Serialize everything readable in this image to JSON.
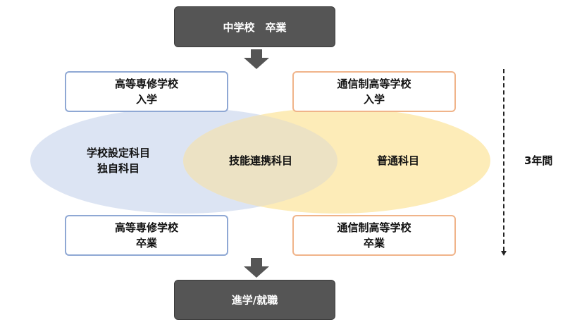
{
  "top_box": {
    "label": "中学校　卒業"
  },
  "bottom_box": {
    "label": "進学/就職"
  },
  "admission": {
    "left": {
      "line1": "高等専修学校",
      "line2": "入学"
    },
    "right": {
      "line1": "通信制高等学校",
      "line2": "入学"
    }
  },
  "graduation": {
    "left": {
      "line1": "高等専修学校",
      "line2": "卒業"
    },
    "right": {
      "line1": "通信制高等学校",
      "line2": "卒業"
    }
  },
  "subjects": {
    "left": {
      "line1": "学校設定科目",
      "line2": "独自科目"
    },
    "center": "技能連携科目",
    "right": "普通科目"
  },
  "duration": "3年間",
  "colors": {
    "dark_box": "#555555",
    "blue_border": "#8fa8d4",
    "orange_border": "#f0b48a",
    "blue_fill": "#dce4f3",
    "yellow_fill": "#fdecb8",
    "overlap_fill": "#ece2c4"
  }
}
